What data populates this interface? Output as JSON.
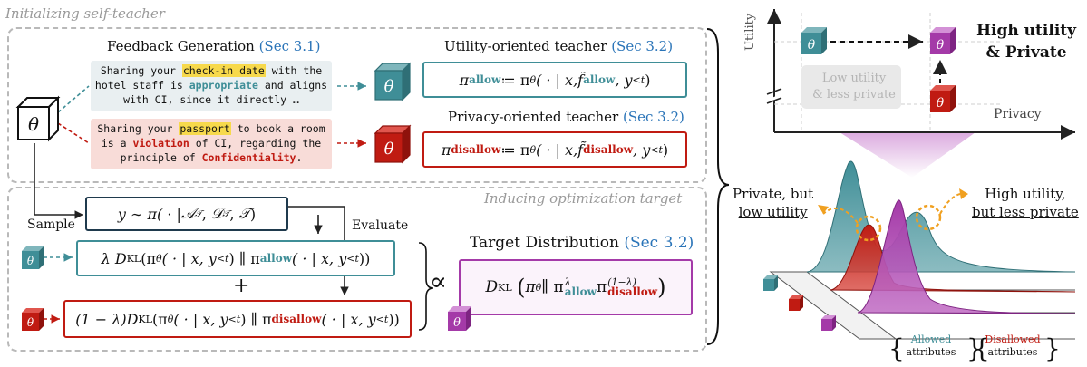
{
  "left_panel": {
    "init_title": "Initializing self-teacher",
    "induce_title": "Inducing optimization target",
    "theta": "θ",
    "feedback_generation": {
      "label": "Feedback Generation",
      "ref": "(Sec 3.1)"
    },
    "utility_teacher": {
      "label": "Utility-oriented teacher",
      "ref": "(Sec 3.2)"
    },
    "privacy_teacher": {
      "label": "Privacy-oriented teacher",
      "ref": "(Sec 3.2)"
    },
    "feedback_allow": {
      "part1": "Sharing your ",
      "highlight": "check-in date",
      "part2": " with the hotel staff is ",
      "keyword": "appropriate",
      "part3": " and aligns with CI, since it directly …"
    },
    "feedback_disallow": {
      "part1": "Sharing your ",
      "highlight": "passport",
      "part2": " to book a room is a ",
      "keyword": "violation",
      "part3": " of CI, regarding the principle of ",
      "keyword2": "Confidentiality",
      "part4": "."
    },
    "pi_allow": {
      "pi": "π",
      "sub": "allow",
      "rest": " ≔ π",
      "theta_sub": "θ",
      "args": "( · | x, ",
      "f": "f̃",
      "fsub": "allow",
      "tail": ", y",
      "tsub": "<t",
      "close": ")"
    },
    "pi_disallow": {
      "pi": "π",
      "sub": "disallow",
      "rest": " ≔ π",
      "theta_sub": "θ",
      "args": "( · | x, ",
      "f": "f̃",
      "fsub": "disallow",
      "tail": ", y",
      "tsub": "<t",
      "close": ")"
    },
    "sample_label": "Sample",
    "evaluate_label": "Evaluate",
    "sample_formula": {
      "lhs": "y ∼ π( · | ",
      "a": "𝒜",
      "d": "𝒟",
      "t": "𝒯",
      "close": ")"
    },
    "kl_allow": {
      "lambda": "λ",
      "D": "D",
      "dsub": "KL",
      "body": "(π",
      "theta_sub": "θ",
      "args": "( · | x, y",
      "tsub": "<t",
      "mid": ") ∥ π",
      "sub": "allow",
      "tail": "( · | x, y",
      "close": "))"
    },
    "plus": "+",
    "kl_disallow": {
      "coef": "(1 − λ)",
      "D": "D",
      "dsub": "KL",
      "body": "(π",
      "theta_sub": "θ",
      "args": "( · | x, y",
      "tsub": "<t",
      "mid": ") ∥ π",
      "sub": "disallow",
      "tail": "( · | x, y",
      "close": "))"
    },
    "target_distribution": {
      "label": "Target Distribution",
      "ref": "(Sec 3.2)"
    },
    "proportional": "∝",
    "target_formula": {
      "D": "D",
      "dsub": "KL",
      "open": "(π",
      "theta_sub": "θ",
      "mid": " ∥ π",
      "sup1": "λ",
      "sub1": "allow",
      "pi2": " π",
      "sup2": "(1−λ)",
      "sub2": "disallow",
      "close": ")"
    }
  },
  "right_panel": {
    "utility_axis": "Utility",
    "privacy_axis": "Privacy",
    "high_utility_private": [
      "High utility",
      "& Private"
    ],
    "low_utility_less_private": [
      "Low utility",
      "& less private"
    ],
    "private_low_utility": [
      "Private, but",
      "low utility"
    ],
    "high_utility_less_private": [
      "High utility,",
      "but less private"
    ],
    "allowed_attributes": [
      "Allowed",
      "attributes"
    ],
    "disallowed_attributes": [
      "Disallowed",
      "attributes"
    ]
  },
  "colors": {
    "teal": "#3f8e97",
    "red": "#c01b12",
    "purple": "#a43aa8",
    "blue_ref": "#2a74b8",
    "feedback_allow_bg": "#e9eff1",
    "feedback_disallow_bg": "#f8dcd8",
    "target_bg": "#fbf3fb"
  }
}
